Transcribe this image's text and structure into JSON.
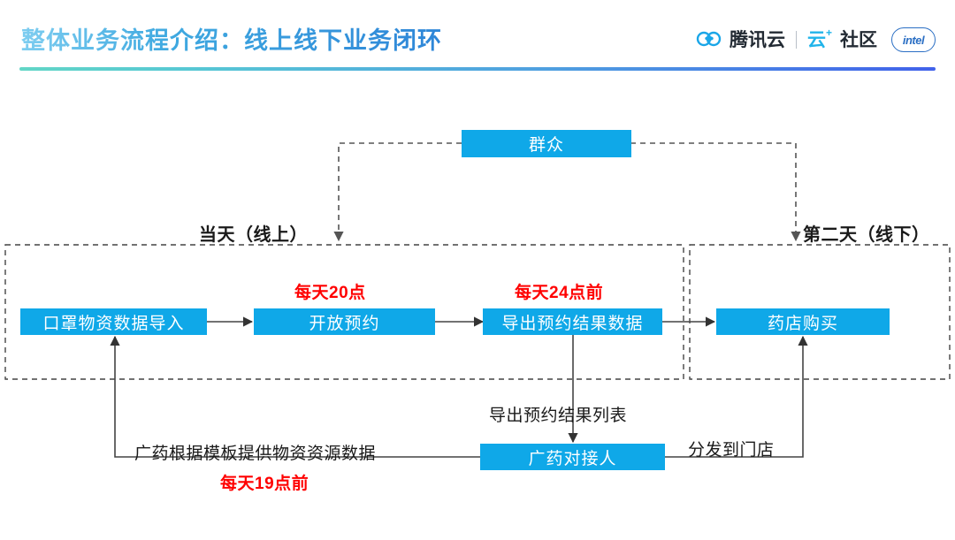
{
  "header": {
    "title": "整体业务流程介绍：线上线下业务闭环",
    "brand": {
      "cloud_icon": "tencent-cloud-icon",
      "name": "腾讯云",
      "sub_cloud": "云",
      "sub_plus": "+",
      "sub_name": "社区",
      "partner_logo": "intel"
    }
  },
  "diagram": {
    "nodes": {
      "public": "群众",
      "mask_data_import": "口罩物资数据导入",
      "open_reservation": "开放预约",
      "export_reservation_data": "导出预约结果数据",
      "pharmacy_purchase": "药店购买",
      "gphl_contact": "广药对接人"
    },
    "group_labels": {
      "day_one": "当天（线上）",
      "day_two": "第二天（线下）"
    },
    "edge_labels": {
      "daily_2000": "每天20点",
      "daily_before_2400": "每天24点前",
      "export_reservation_list": "导出预约结果列表",
      "gphl_supply_template": "广药根据模板提供物资资源数据",
      "daily_before_1900": "每天19点前",
      "distribute_to_stores": "分发到门店"
    }
  },
  "colors": {
    "node_blue": "#0FA8E8",
    "accent_red": "#FF0000",
    "title_gradient_start": "#7ECDF0",
    "title_gradient_end": "#2E86D8",
    "rule_gradient_start": "#62D6C6",
    "rule_gradient_end": "#4162EA",
    "line_gray": "#595959"
  }
}
